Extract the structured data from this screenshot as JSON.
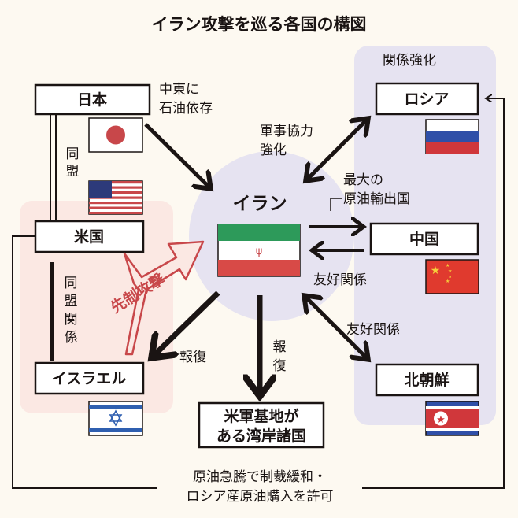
{
  "title": "イラン攻撃を巡る各国の構図",
  "group_label": "関係強化",
  "nodes": {
    "japan": "日本",
    "usa": "米国",
    "israel": "イスラエル",
    "iran": "イラン",
    "russia": "ロシア",
    "china": "中国",
    "north_korea": "北朝鮮",
    "gulf_line1": "米軍基地が",
    "gulf_line2": "ある湾岸諸国"
  },
  "labels": {
    "oil_dep_1": "中東に",
    "oil_dep_2": "石油依存",
    "alliance": [
      "同",
      "盟"
    ],
    "alliance_rel": [
      "同",
      "盟",
      "関",
      "係"
    ],
    "preemptive": "先制攻撃",
    "military_1": "軍事協力",
    "military_2": "強化",
    "exporter_1": "最大の",
    "exporter_2": "原油輸出国",
    "friendly_china": "友好関係",
    "friendly_nk": "友好関係",
    "retaliation_israel": "報復",
    "retaliation_gulf": [
      "報",
      "復"
    ],
    "bottom_1": "原油急騰で制裁緩和・",
    "bottom_2": "ロシア産原油購入を許可"
  },
  "colors": {
    "accent_red": "#c8474a",
    "lavender": "#e6e3f1",
    "pink": "#fbe8e3"
  }
}
